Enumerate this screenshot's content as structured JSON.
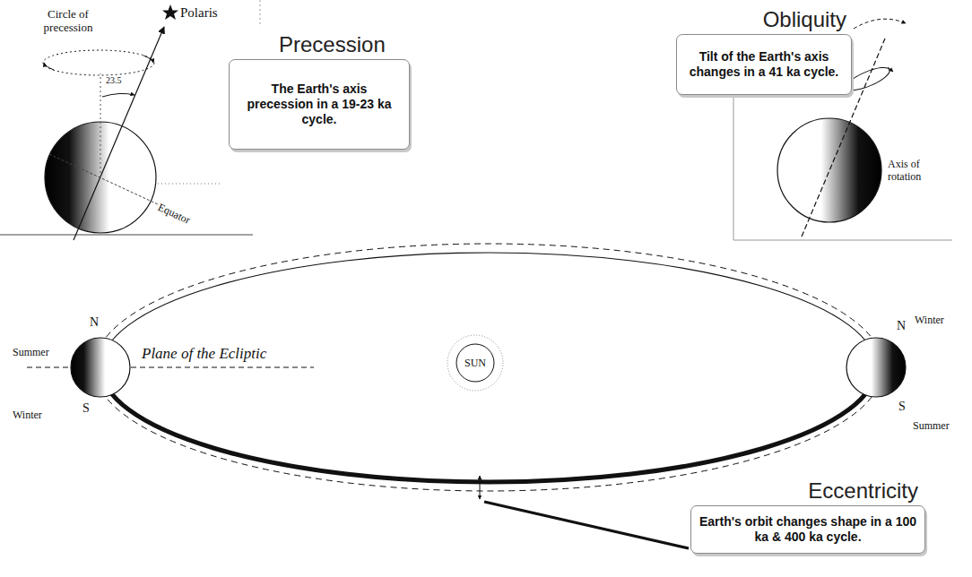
{
  "diagram": {
    "nodes": [
      {
        "text": [
          "Precession",
          "The Earth's axis precession in a 19-23 ka cycle."
        ]
      },
      {
        "text": [
          "Obliquity",
          "Tilt of the Earth's axis changes in a 41 ka cycle."
        ]
      },
      {
        "text": [
          "SUN"
        ]
      },
      {
        "text": [
          "Eccentricity",
          "Earth's orbit changes shape in a 100 ka & 400 ka cycle."
        ]
      }
    ],
    "labels": [
      "Circle of precession",
      "Polaris",
      "23.5",
      "Equator",
      "Axis of rotation",
      "Summer",
      "N",
      "Plane of the Ecliptic",
      "S",
      "Winter",
      "N",
      "Winter",
      "S",
      "Summer"
    ]
  }
}
